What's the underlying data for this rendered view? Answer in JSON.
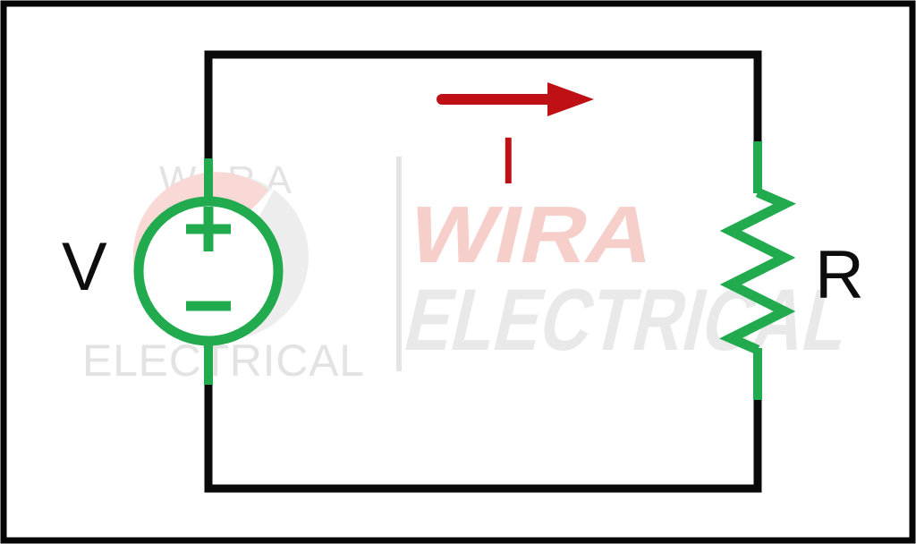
{
  "labels": {
    "voltage_source": "V",
    "resistor": "R",
    "current": "I"
  },
  "watermark": {
    "left": {
      "brand": "WIRA",
      "word": "ELECTRICAL"
    },
    "center": {
      "brand": "WIRA",
      "word": "ELECTRICAL"
    }
  },
  "colors": {
    "wire_black": "#0a0a0a",
    "component_green": "#21ab4e",
    "current_red": "#bf1016",
    "watermark_pink": "#f6cfcb",
    "watermark_gray": "#e9e9e9",
    "logo_pink": "#f8d9d6",
    "logo_gray": "#ededed"
  }
}
